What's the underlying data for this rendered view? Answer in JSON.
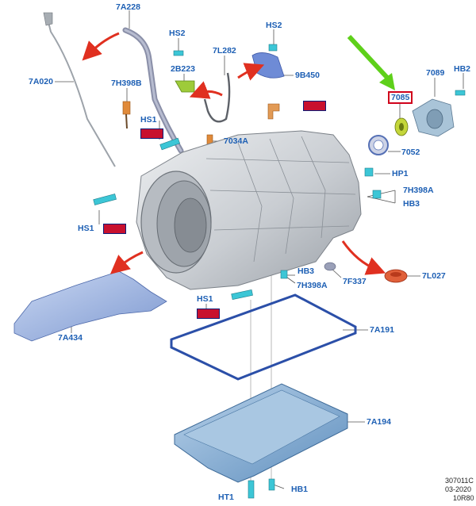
{
  "labels": {
    "a7a228": "7A228",
    "hs2_left": "HS2",
    "hs2_right": "HS2",
    "a7l282": "7L282",
    "a9b450": "9B450",
    "a7a020": "7A020",
    "a2b223": "2B223",
    "a7h398b": "7H398B",
    "a7089": "7089",
    "hb2": "HB2",
    "a7085": "7085",
    "hs1_top": "HS1",
    "a7034a": "7034A",
    "a7052": "7052",
    "hp1": "HP1",
    "a7h398a_right": "7H398A",
    "hb3_right": "HB3",
    "hs1_left": "HS1",
    "hb3_lower": "HB3",
    "a7h398a_lower": "7H398A",
    "a7f337": "7F337",
    "a7l027": "7L027",
    "hs1_bottom": "HS1",
    "a7a434": "7A434",
    "a7a191": "7A191",
    "a7a194": "7A194",
    "ht1": "HT1",
    "hb1": "HB1"
  },
  "footer": {
    "line1": "307011C",
    "line2": "03-2020",
    "line3": "10R80"
  },
  "colors": {
    "label_blue": "#1d5fb4",
    "leader": "#555555",
    "arrow_red": "#e03020",
    "arrow_green": "#5ed01a",
    "redacted": "#c8102e",
    "gasket_blue": "#2b4fa8",
    "pan_blue": "#8fb4d6",
    "case_gray": "#cfd3d7"
  }
}
